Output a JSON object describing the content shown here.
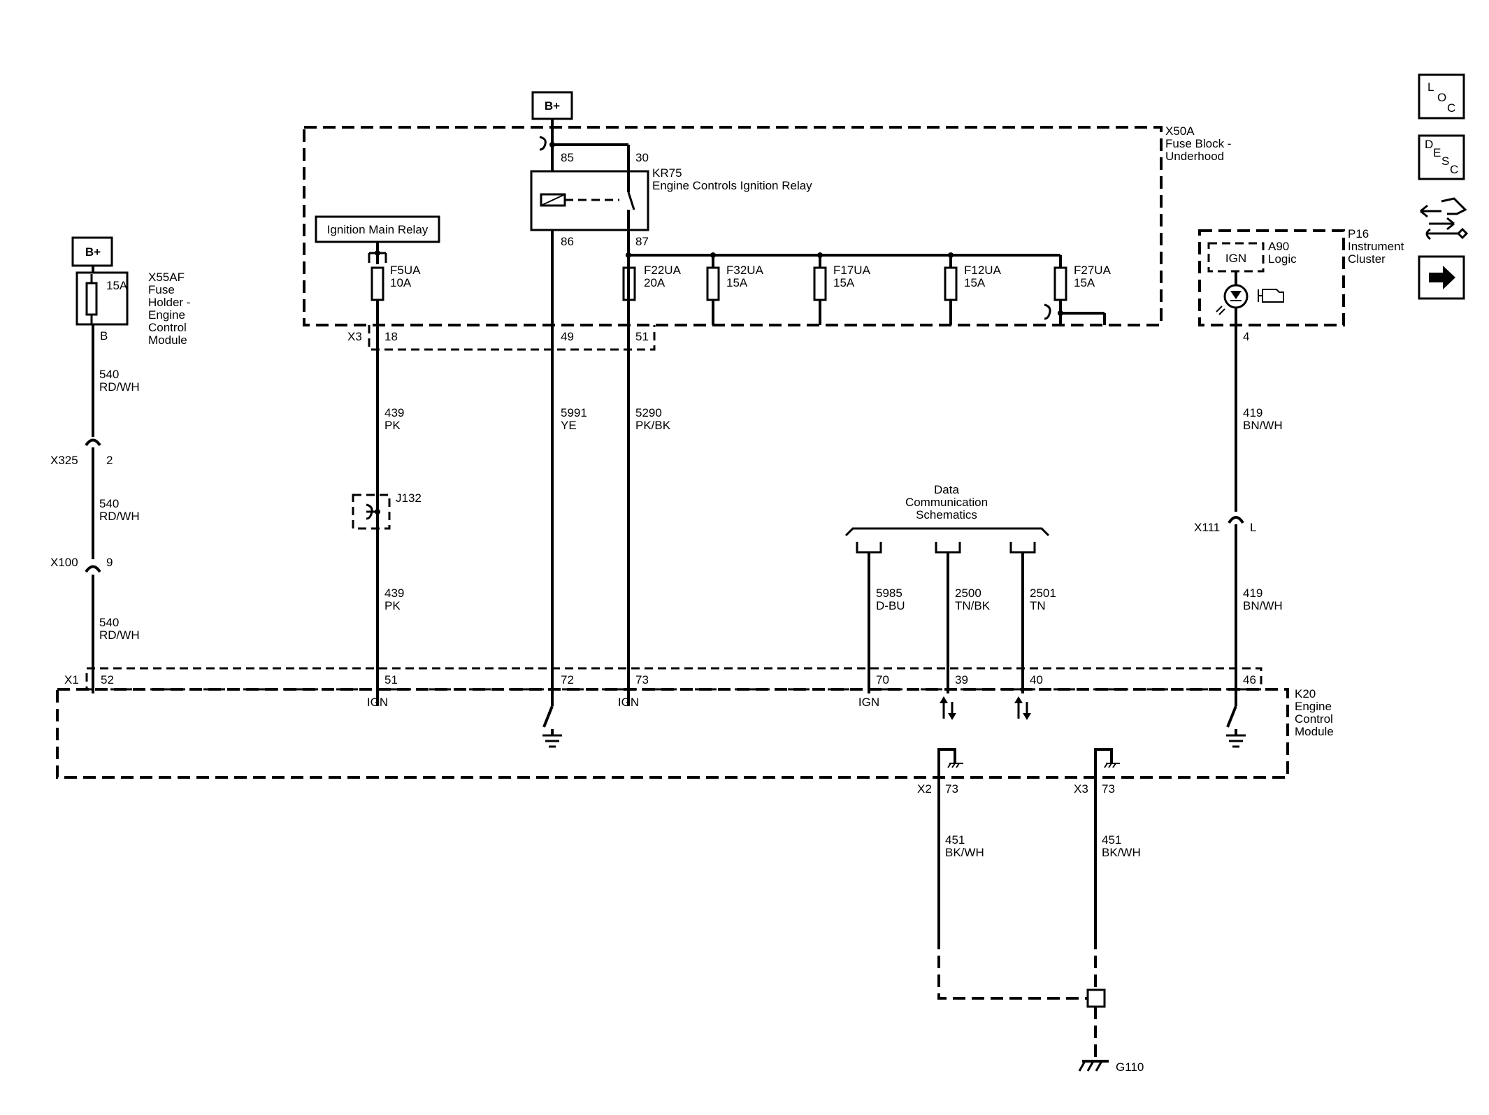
{
  "power": {
    "bplus": "B+"
  },
  "relay_ref": {
    "ignition_main_relay": "Ignition Main Relay"
  },
  "components": {
    "x55af": {
      "id": "X55AF",
      "l1": "Fuse",
      "l2": "Holder -",
      "l3": "Engine",
      "l4": "Control",
      "l5": "Module"
    },
    "x50a": {
      "id": "X50A",
      "l1": "Fuse Block -",
      "l2": "Underhood"
    },
    "kr75": {
      "id": "KR75",
      "name": "Engine Controls Ignition Relay"
    },
    "p16": {
      "id": "P16",
      "l1": "Instrument",
      "l2": "Cluster"
    },
    "a90": {
      "id": "A90",
      "l1": "Logic",
      "ign": "IGN"
    },
    "k20": {
      "id": "K20",
      "l1": "Engine",
      "l2": "Control",
      "l3": "Module"
    },
    "j132": {
      "id": "J132"
    },
    "g110": {
      "id": "G110"
    },
    "data_comm": {
      "l1": "Data",
      "l2": "Communication",
      "l3": "Schematics"
    }
  },
  "fuses": {
    "x55af_fuse": {
      "rating": "15A",
      "pin": "B"
    },
    "f5ua": {
      "id": "F5UA",
      "rating": "10A"
    },
    "f22ua": {
      "id": "F22UA",
      "rating": "20A"
    },
    "f32ua": {
      "id": "F32UA",
      "rating": "15A"
    },
    "f17ua": {
      "id": "F17UA",
      "rating": "15A"
    },
    "f12ua": {
      "id": "F12UA",
      "rating": "15A"
    },
    "f27ua": {
      "id": "F27UA",
      "rating": "15A"
    }
  },
  "relay_pins": {
    "p85": "85",
    "p30": "30",
    "p86": "86",
    "p87": "87"
  },
  "connectors": {
    "x3_top": {
      "id": "X3",
      "p18": "18",
      "p49": "49",
      "p51": "51"
    },
    "x325": {
      "id": "X325",
      "pin": "2"
    },
    "x100": {
      "id": "X100",
      "pin": "9"
    },
    "x111": {
      "id": "X111",
      "pin": "L"
    },
    "p16_pin": "4",
    "x1": {
      "id": "X1",
      "p52": "52",
      "p51": "51",
      "p72": "72",
      "p73": "73",
      "p70": "70",
      "p39": "39",
      "p40": "40",
      "p46": "46"
    },
    "x2_bottom": {
      "id": "X2",
      "pin": "73"
    },
    "x3_bottom": {
      "id": "X3",
      "pin": "73"
    }
  },
  "wires": {
    "w540a": {
      "circuit": "540",
      "color": "RD/WH"
    },
    "w540b": {
      "circuit": "540",
      "color": "RD/WH"
    },
    "w540c": {
      "circuit": "540",
      "color": "RD/WH"
    },
    "w439a": {
      "circuit": "439",
      "color": "PK"
    },
    "w439b": {
      "circuit": "439",
      "color": "PK"
    },
    "w5991": {
      "circuit": "5991",
      "color": "YE"
    },
    "w5290": {
      "circuit": "5290",
      "color": "PK/BK"
    },
    "w5985": {
      "circuit": "5985",
      "color": "D-BU"
    },
    "w2500": {
      "circuit": "2500",
      "color": "TN/BK"
    },
    "w2501": {
      "circuit": "2501",
      "color": "TN"
    },
    "w419a": {
      "circuit": "419",
      "color": "BN/WH"
    },
    "w419b": {
      "circuit": "419",
      "color": "BN/WH"
    },
    "w451a": {
      "circuit": "451",
      "color": "BK/WH"
    },
    "w451b": {
      "circuit": "451",
      "color": "BK/WH"
    }
  },
  "ecm_inputs": {
    "ign51": "IGN",
    "ign73": "IGN",
    "ign70": "IGN"
  },
  "nav": {
    "loc": {
      "l1": "L",
      "l2": "O",
      "l3": "C"
    },
    "desc": {
      "l1": "D",
      "l2": "E",
      "l3": "S",
      "l4": "C"
    }
  },
  "icons": [
    "connector-end-view-icon",
    "wrench-icon",
    "next-arrow-icon",
    "check-engine-icon",
    "ground-icon"
  ],
  "colors": {
    "line": "#000000",
    "background": "#ffffff"
  }
}
